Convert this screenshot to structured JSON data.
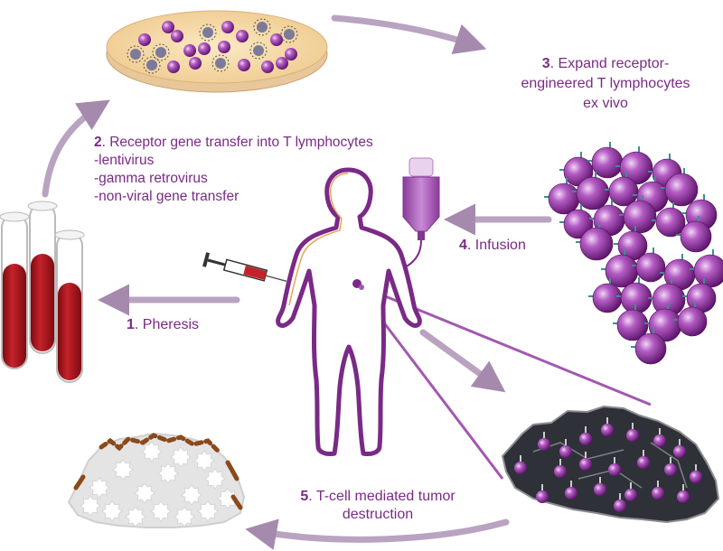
{
  "colors": {
    "label_purple": "#7a2a86",
    "arrow": "#a58aae",
    "blood": "#b0141b",
    "cell_purple": "#8a2a9c",
    "tumor_dark": "#2f3138",
    "dead_tumor_spot": "#8a4a1a"
  },
  "steps": [
    {
      "num": "1",
      "text": ". Pheresis"
    },
    {
      "num": "2",
      "text": ". Receptor gene transfer into T lymphocytes",
      "sub": [
        "-lentivirus",
        "-gamma retrovirus",
        "-non-viral gene transfer"
      ]
    },
    {
      "num": "3",
      "text": ". Expand receptor-",
      "line2": "engineered T lymphocytes",
      "line3": "ex vivo"
    },
    {
      "num": "4",
      "text": ". Infusion"
    },
    {
      "num": "5",
      "text": ". T-cell mediated tumor",
      "line2": "destruction"
    }
  ],
  "icons": [
    "petri-dish-icon",
    "blood-tubes-icon",
    "syringe-icon",
    "iv-bag-icon",
    "human-figure-icon",
    "t-cell-cluster-icon",
    "tumor-icon",
    "dead-tumor-icon"
  ]
}
